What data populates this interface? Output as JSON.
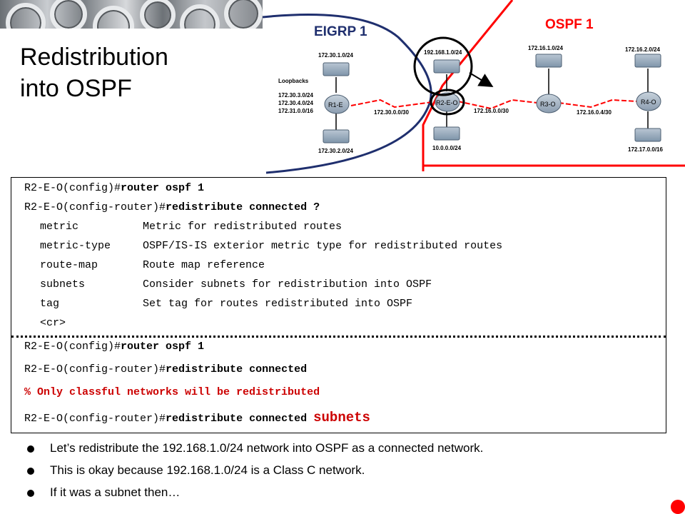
{
  "slide": {
    "title_line1": "Redistribution",
    "title_line2": "into OSPF"
  },
  "diagram": {
    "eigrp_label": "EIGRP 1",
    "ospf_label": "OSPF 1",
    "loopbacks_label": "Loopbacks",
    "loopbacks": [
      "172.30.3.0/24",
      "172.30.4.0/24",
      "172.31.0.0/16"
    ],
    "routers": [
      "R1-E",
      "R2-E-O",
      "R3-O",
      "R4-O"
    ],
    "switch_nets": {
      "r1_top": "172.30.1.0/24",
      "r1_bottom": "172.30.2.0/24",
      "r2_top": "192.168.1.0/24",
      "r2_bottom": "10.0.0.0/24",
      "r3_top": "172.16.1.0/24",
      "r4_top": "172.16.2.0/24",
      "r4_bottom": "172.17.0.0/16"
    },
    "links": {
      "r1_r2": "172.30.0.0/30",
      "r2_r3": "172.16.0.0/30",
      "r3_r4": "172.16.0.4/30"
    },
    "colors": {
      "eigrp": "#1f2f6e",
      "ospf": "#ff0000",
      "link": "#ff0000",
      "ring": "#000000"
    }
  },
  "cli": {
    "l1_prompt": "R2-E-O(config)#",
    "l1_cmd": "router ospf 1",
    "l2_prompt": "R2-E-O(config-router)#",
    "l2_cmd": "redistribute connected ?",
    "options": [
      {
        "name": "metric",
        "desc": "Metric for redistributed routes"
      },
      {
        "name": "metric-type",
        "desc": "OSPF/IS-IS exterior metric type for redistributed routes"
      },
      {
        "name": "route-map",
        "desc": "Route map reference"
      },
      {
        "name": "subnets",
        "desc": "Consider subnets for redistribution into OSPF"
      },
      {
        "name": "tag",
        "desc": "Set tag for routes redistributed into OSPF"
      },
      {
        "name": "<cr>",
        "desc": ""
      }
    ],
    "l3_prompt": "R2-E-O(config)#",
    "l3_cmd": "router ospf 1",
    "l4_prompt": "R2-E-O(config-router)#",
    "l4_cmd": "redistribute connected",
    "error": "% Only classful networks will be redistributed",
    "l5_prompt": "R2-E-O(config-router)#",
    "l5_cmd": "redistribute connected",
    "l5_keyword": "subnets"
  },
  "bullets": [
    "Let’s redistribute the 192.168.1.0/24 network into OSPF as a connected network.",
    "This is okay because 192.168.1.0/24 is a Class C network.",
    "If it was a subnet then…"
  ]
}
